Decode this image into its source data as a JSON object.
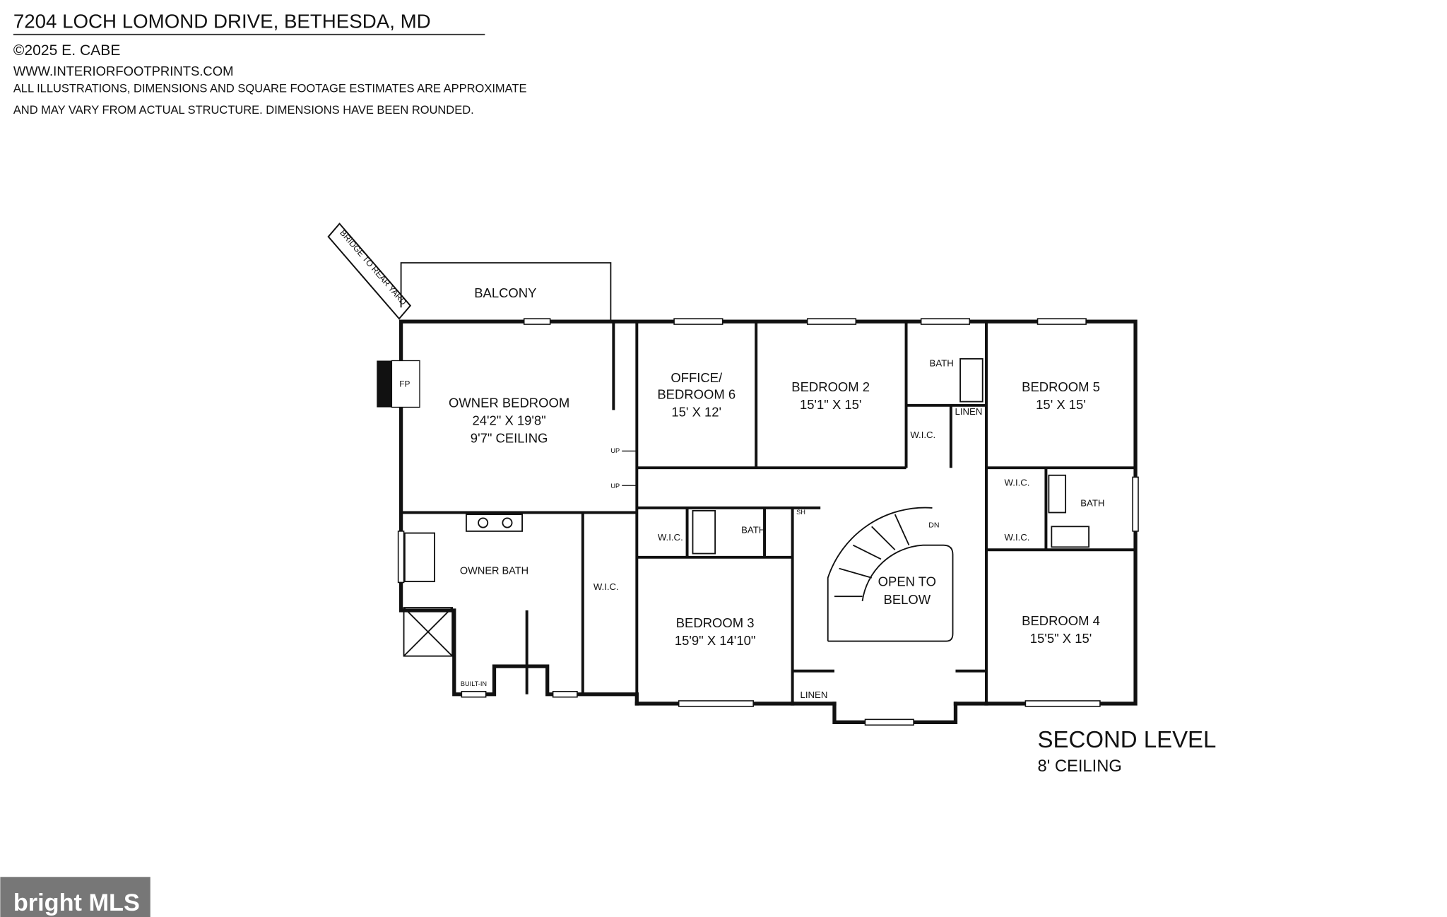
{
  "header": {
    "title": "7204 LOCH LOMOND DRIVE, BETHESDA, MD",
    "copyright": "©2025 E. CABE",
    "website": "WWW.INTERIORFOOTPRINTS.COM",
    "disclaimer_line1": "ALL ILLUSTRATIONS, DIMENSIONS AND SQUARE FOOTAGE ESTIMATES ARE APPROXIMATE",
    "disclaimer_line2": "AND MAY VARY FROM ACTUAL STRUCTURE. DIMENSIONS HAVE BEEN ROUNDED."
  },
  "plan": {
    "bridge": "BRIDGE TO REAR YARD",
    "balcony": "BALCONY",
    "fireplace": "FP",
    "owner_bedroom": {
      "name": "OWNER BEDROOM",
      "size": "24'2\" X 19'8\"",
      "ceiling": "9'7\" CEILING"
    },
    "office": {
      "name_line1": "OFFICE/",
      "name_line2": "BEDROOM 6",
      "size": "15' X 12'"
    },
    "bedroom2": {
      "name": "BEDROOM 2",
      "size": "15'1\" X 15'"
    },
    "bedroom5": {
      "name": "BEDROOM 5",
      "size": "15' X 15'"
    },
    "bedroom3": {
      "name": "BEDROOM 3",
      "size": "15'9\" X 14'10\""
    },
    "bedroom4": {
      "name": "BEDROOM 4",
      "size": "15'5\" X 15'"
    },
    "owner_bath": "OWNER BATH",
    "bath": "BATH",
    "wic": "W.I.C.",
    "linen": "LINEN",
    "up": "UP",
    "dn": "DN",
    "sh": "SH",
    "built_in": "BUILT-IN",
    "open_to_below_line1": "OPEN TO",
    "open_to_below_line2": "BELOW"
  },
  "level": {
    "title": "SECOND LEVEL",
    "ceiling": "8' CEILING"
  },
  "logo": {
    "text": "bright MLS",
    "bg_color": "#777777"
  }
}
